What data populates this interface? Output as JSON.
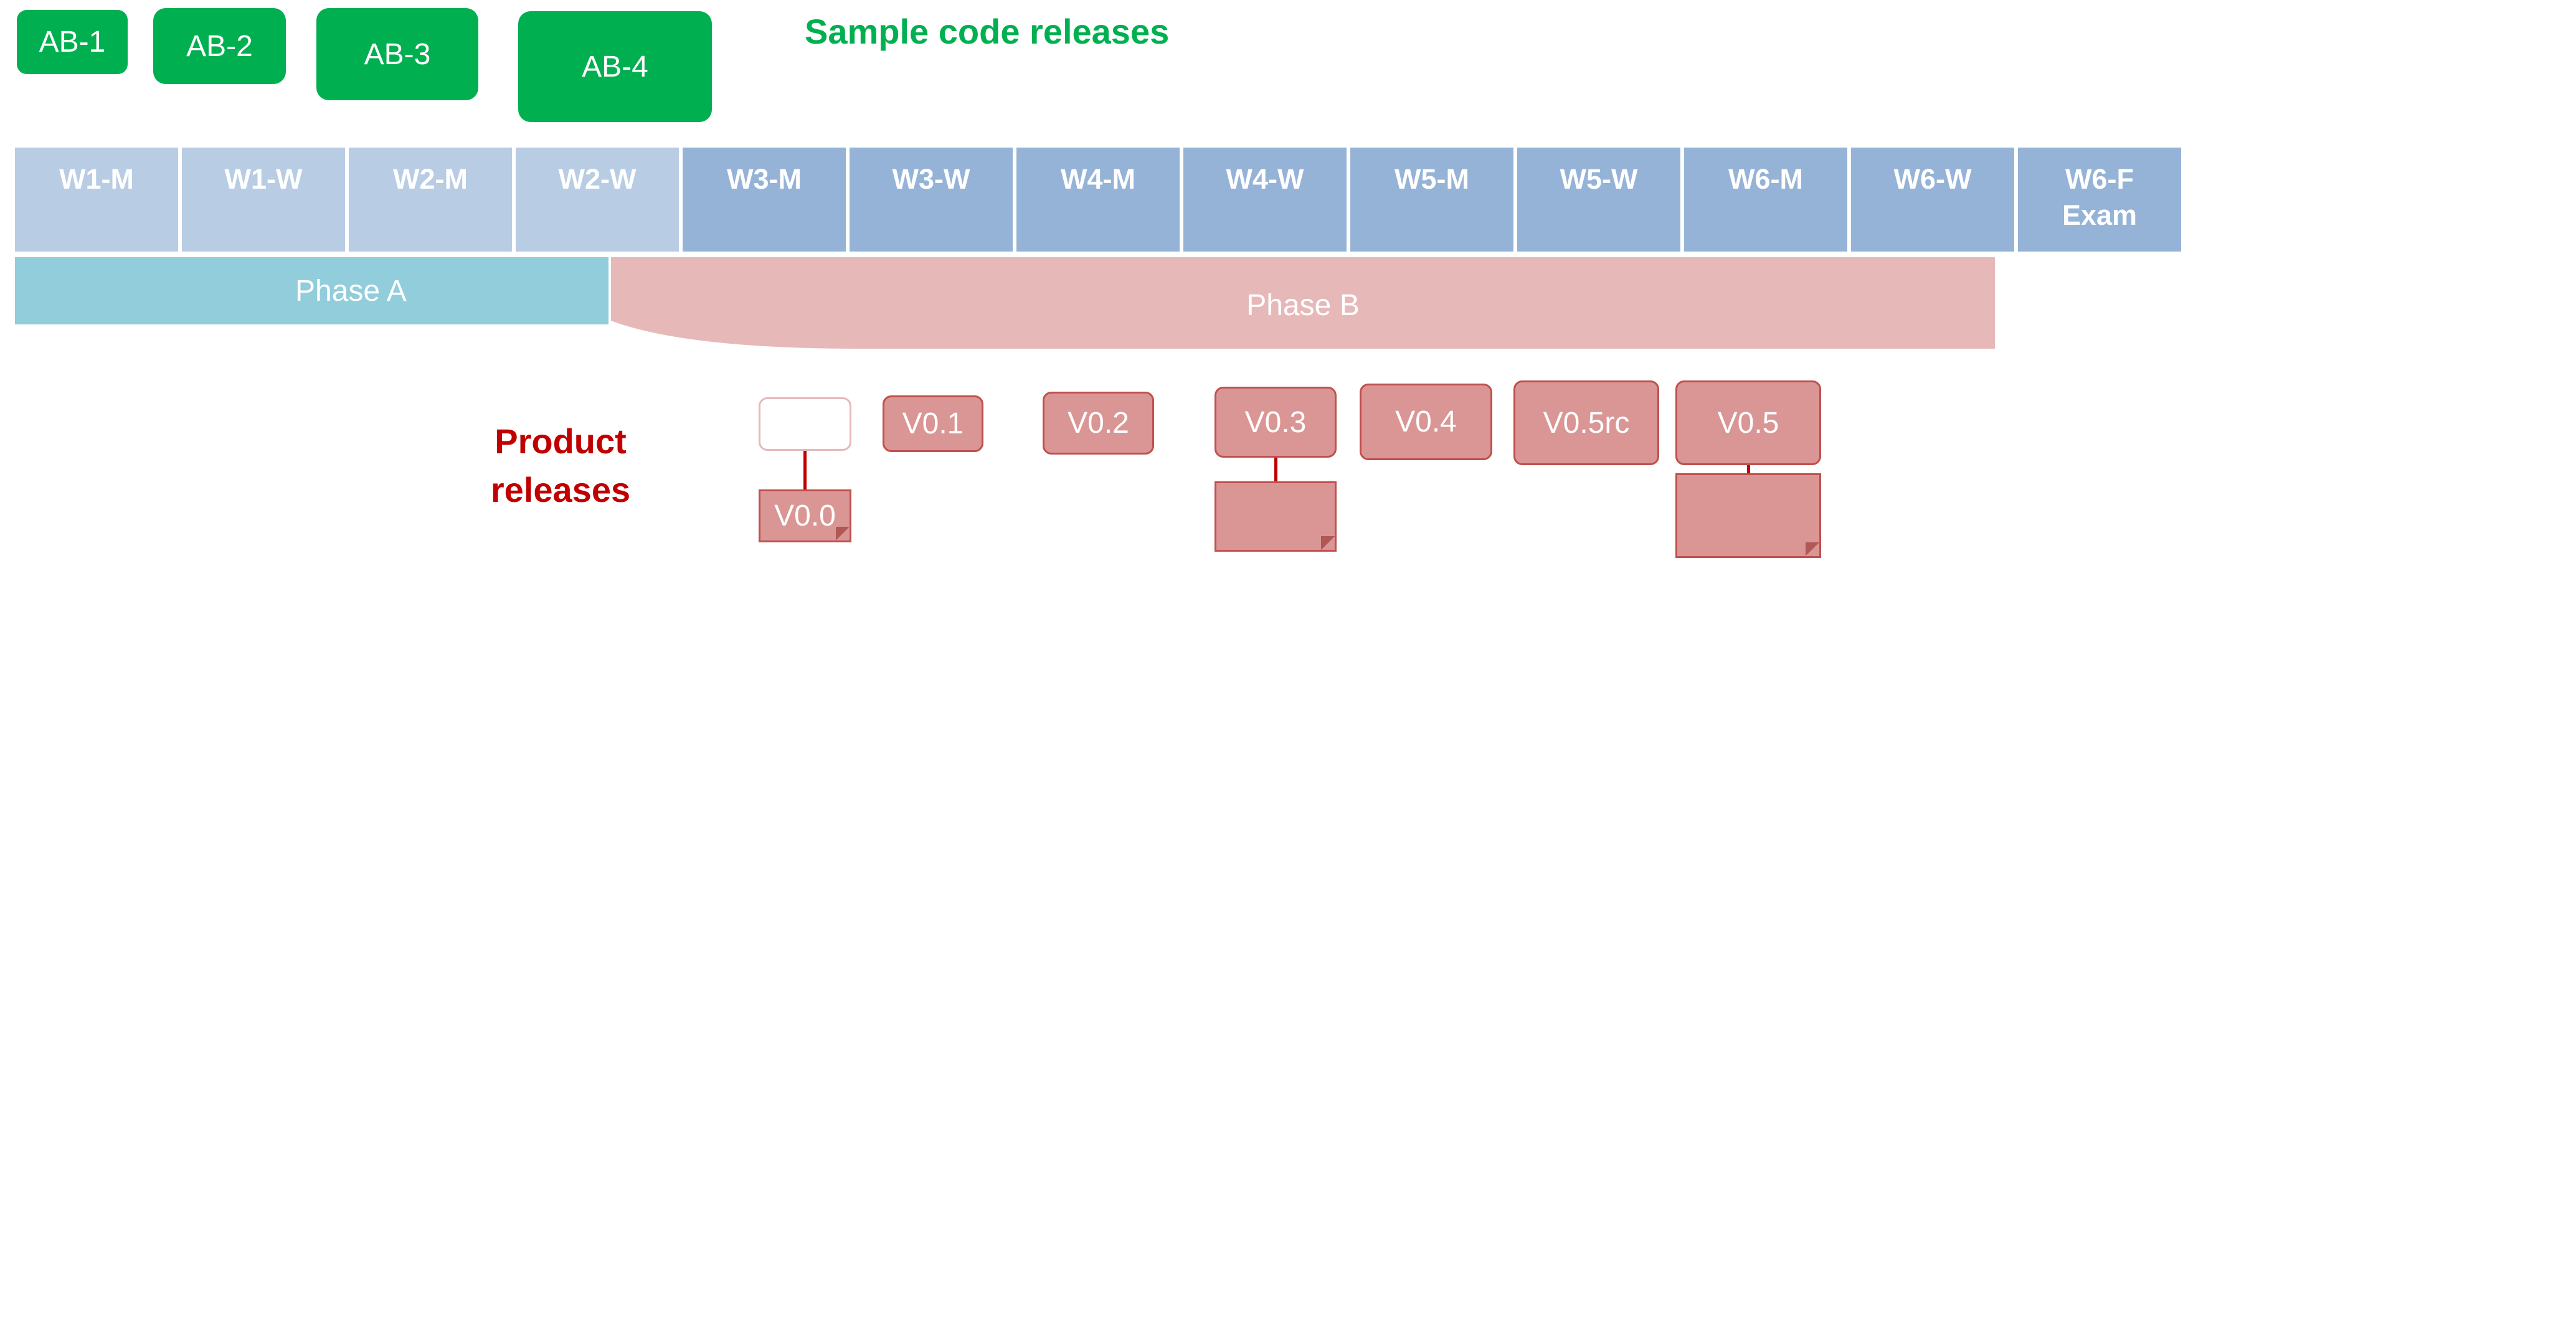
{
  "sample_code": {
    "title": "Sample code releases",
    "items": [
      "AB-1",
      "AB-2",
      "AB-3",
      "AB-4"
    ]
  },
  "weeks": [
    {
      "label": "W1-M",
      "sub": ""
    },
    {
      "label": "W1-W",
      "sub": ""
    },
    {
      "label": "W2-M",
      "sub": ""
    },
    {
      "label": "W2-W",
      "sub": ""
    },
    {
      "label": "W3-M",
      "sub": ""
    },
    {
      "label": "W3-W",
      "sub": ""
    },
    {
      "label": "W4-M",
      "sub": ""
    },
    {
      "label": "W4-W",
      "sub": ""
    },
    {
      "label": "W5-M",
      "sub": ""
    },
    {
      "label": "W5-W",
      "sub": ""
    },
    {
      "label": "W6-M",
      "sub": ""
    },
    {
      "label": "W6-W",
      "sub": ""
    },
    {
      "label": "W6-F",
      "sub": "Exam"
    }
  ],
  "phases": {
    "a": "Phase A",
    "b": "Phase B"
  },
  "product_releases": {
    "title_line1": "Product",
    "title_line2": "releases",
    "versions": [
      "",
      "V0.1",
      "V0.2",
      "V0.3",
      "V0.4",
      "V0.5rc",
      "V0.5"
    ],
    "notes": [
      "V0.0",
      "",
      ""
    ]
  },
  "colors": {
    "green": "#00b050",
    "week_light": "#b8cce4",
    "week_dark": "#95b3d7",
    "phase_a": "#92cddc",
    "phase_b": "#e6b9b8",
    "version_fill": "#da9694",
    "version_border": "#c0504d",
    "red_title": "#c00000"
  }
}
